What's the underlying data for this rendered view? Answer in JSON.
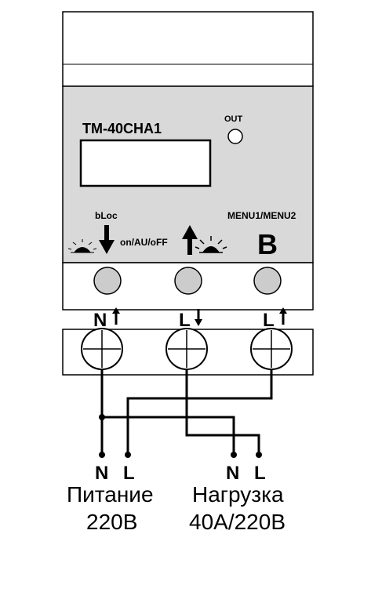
{
  "device": {
    "model": "TM-40CHA1",
    "out_label": "OUT",
    "bloc_label": "bLoc",
    "mode_label": "on/AU/oFF",
    "menu_label": "MENU1/MENU2",
    "b_label": "B",
    "down_arrow_icon": "down-arrow-icon",
    "up_arrow_icon": "up-arrow-icon",
    "sun_dim_icon": "sunset-icon",
    "sun_bright_icon": "sunrise-icon"
  },
  "terminals": [
    {
      "label": "N",
      "arrow": "up"
    },
    {
      "label": "L",
      "arrow": "down"
    },
    {
      "label": "L",
      "arrow": "up"
    }
  ],
  "supply": {
    "n": "N",
    "l": "L",
    "title": "Питание",
    "value": "220В"
  },
  "load": {
    "n": "N",
    "l": "L",
    "title": "Нагрузка",
    "value": "40А/220В"
  },
  "colors": {
    "panel": "#d9d9d9",
    "line": "#000000",
    "button": "#cccccc"
  }
}
